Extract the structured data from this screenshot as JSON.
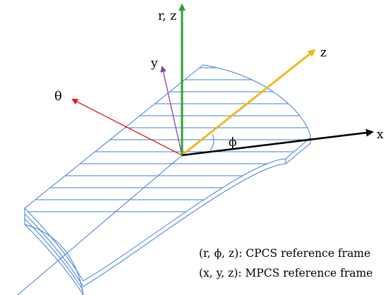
{
  "labels": {
    "rz": "r, z",
    "y": "y",
    "z": "z",
    "theta": "θ",
    "x": "x",
    "phi": "ϕ"
  },
  "legend": {
    "cpcs": "(r, ϕ, z): CPCS reference frame",
    "mpcs": "(x, y, z): MPCS reference frame"
  },
  "colors": {
    "ply": "#3c7fd8",
    "axis_r": "#2ea12a",
    "axis_z": "#f2b71a",
    "axis_y": "#8a3fb5",
    "axis_theta": "#e11b1b",
    "axis_x": "#000000"
  }
}
